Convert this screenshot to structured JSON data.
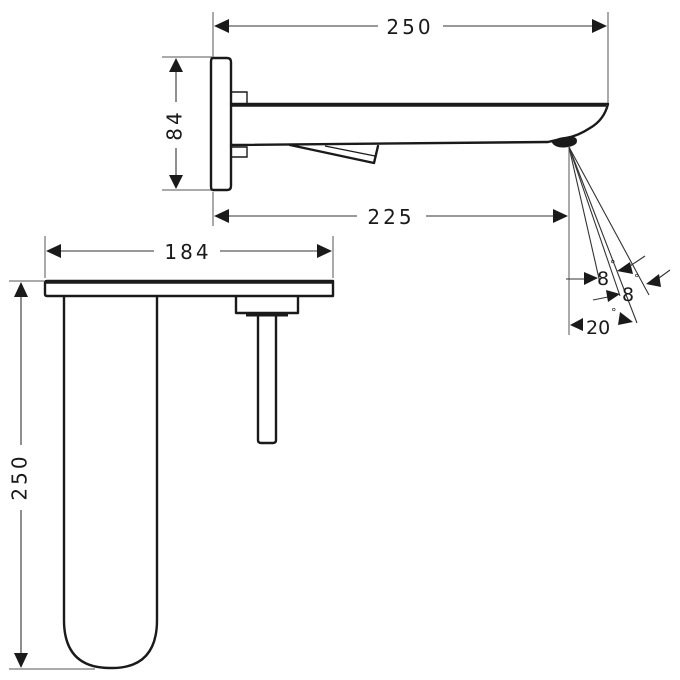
{
  "drawing": {
    "type": "technical-dimension-drawing",
    "subject": "wall-mounted basin mixer spout",
    "line_color": "#1a1a1a",
    "background": "#ffffff"
  },
  "side_view": {
    "dim_total_length": "250",
    "dim_plate_height": "84",
    "dim_outlet_distance": "225",
    "spray_angles": {
      "angle_1": "8",
      "angle_2": "8",
      "angle_total": "20",
      "degree_symbol": "°"
    }
  },
  "front_view": {
    "dim_width": "184",
    "dim_height": "250"
  }
}
